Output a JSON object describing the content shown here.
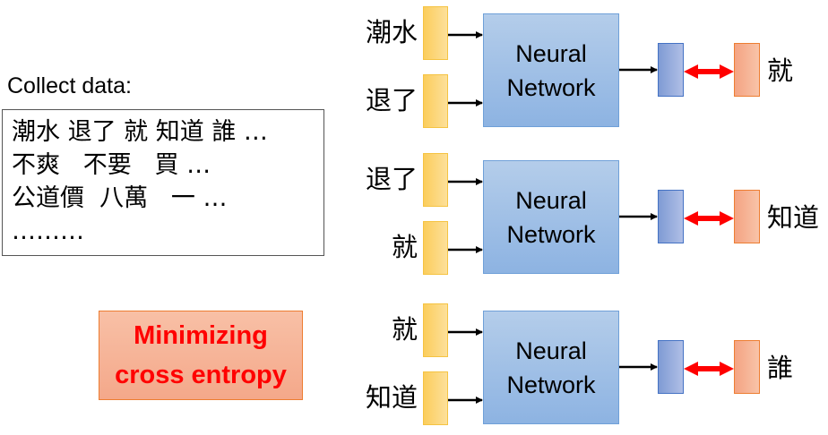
{
  "left_panel": {
    "collect_label": "Collect data:",
    "corpus_lines": [
      "潮水 退了 就 知道 誰 …",
      "不爽   不要   買 …",
      "公道價  八萬   一 …",
      "………"
    ],
    "objective_lines": [
      "Minimizing",
      "cross entropy"
    ]
  },
  "network_label": [
    "Neural",
    "Network"
  ],
  "examples": [
    {
      "inputs": [
        "潮水",
        "退了"
      ],
      "target": "就"
    },
    {
      "inputs": [
        "退了",
        "就"
      ],
      "target": "知道"
    },
    {
      "inputs": [
        "就",
        "知道"
      ],
      "target": "誰"
    }
  ],
  "colors": {
    "input_vector": "#fbcd5c",
    "network_box": "#9dbfe6",
    "output_vector": "#7f9bd4",
    "target_vector": "#f4a382",
    "loss_arrow": "#ff0000",
    "loss_text": "#ff0000"
  }
}
